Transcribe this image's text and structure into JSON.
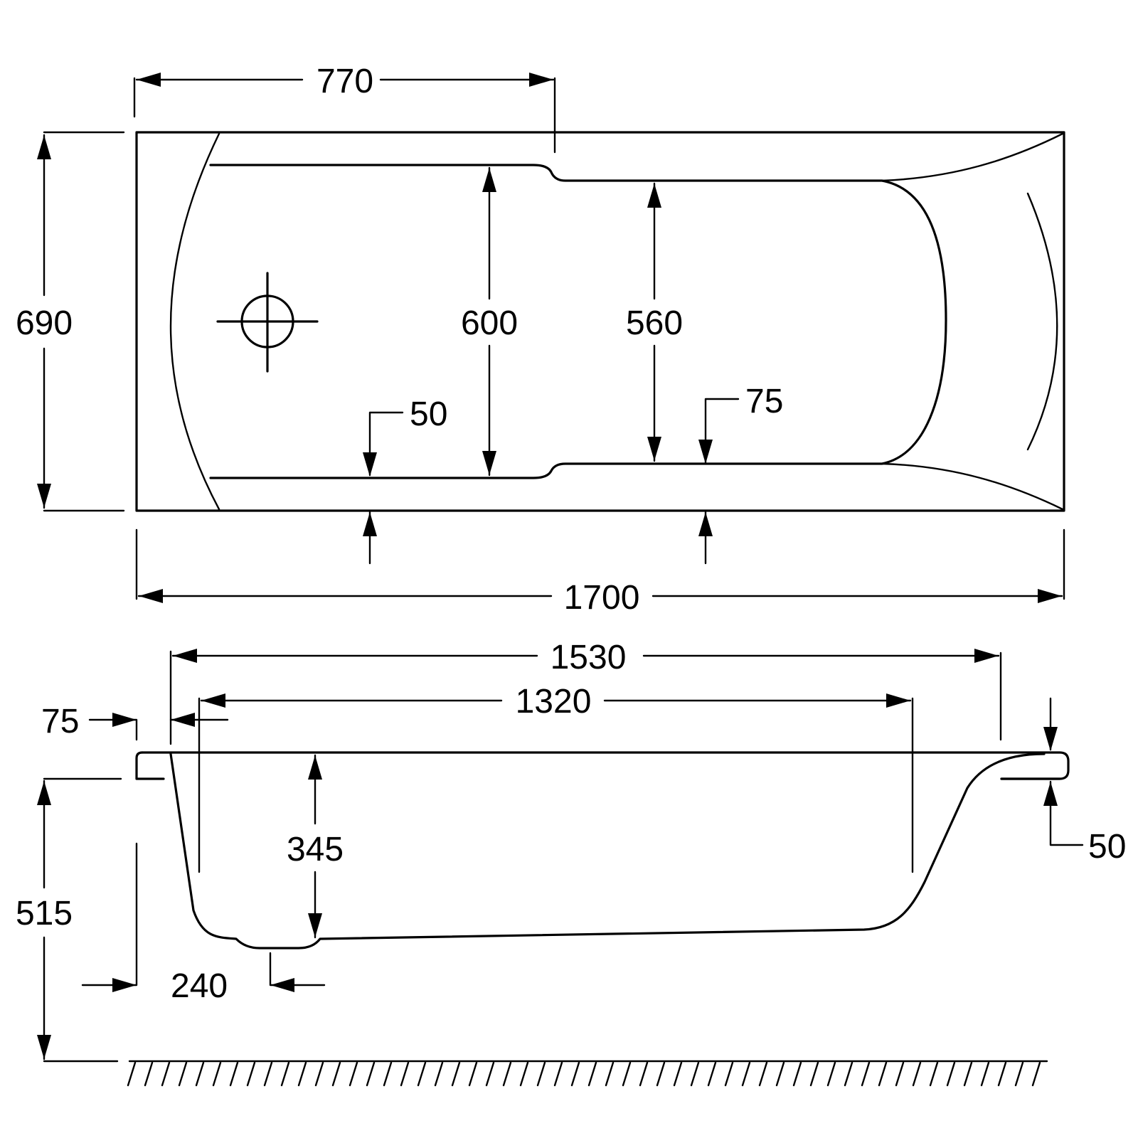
{
  "dimensions": {
    "top_770": "770",
    "height_690": "690",
    "inner_600": "600",
    "inner_560": "560",
    "rim_50": "50",
    "rim_75": "75",
    "length_1700": "1700",
    "length_1530": "1530",
    "length_1320": "1320",
    "rim_75_side": "75",
    "rim_50_side": "50",
    "depth_345": "345",
    "height_515": "515",
    "waste_240": "240"
  },
  "icons": {
    "waste": "waste-outlet-icon",
    "floor": "floor-hatch-icon"
  }
}
